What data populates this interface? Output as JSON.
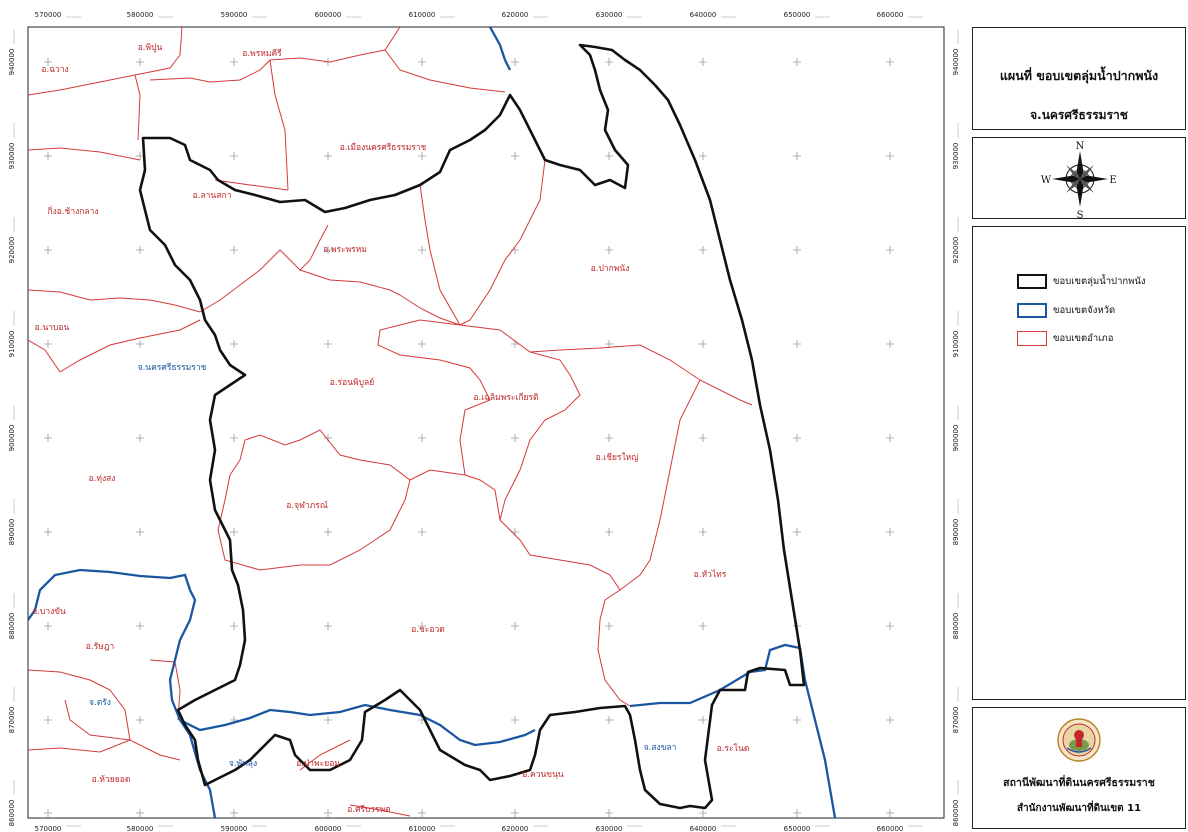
{
  "title": {
    "line1": "แผนที่ ขอบเขตลุ่มน้ำปากพนัง",
    "line2": "จ.นครศรีธรรมราช"
  },
  "compass": {
    "n": "N",
    "s": "S",
    "e": "E",
    "w": "W"
  },
  "legend": [
    {
      "label": "ขอบเขตลุ่มน้ำปากพนัง",
      "color": "#111111"
    },
    {
      "label": "ขอบเขตจังหวัด",
      "color": "#1b56a0"
    },
    {
      "label": "ขอบเขตอำเภอ",
      "color": "#d33a3a"
    }
  ],
  "organization": {
    "line1": "สถานีพัฒนาที่ดินนครศรีธรรมราช",
    "line2": "สำนักงานพัฒนาที่ดินเขต 11"
  },
  "axes": {
    "x_ticks": [
      "570000",
      "580000",
      "590000",
      "600000",
      "610000",
      "620000",
      "630000",
      "640000",
      "650000",
      "660000"
    ],
    "y_ticks": [
      "940000",
      "930000",
      "920000",
      "910000",
      "900000",
      "890000",
      "880000",
      "870000",
      "860000"
    ]
  },
  "colors": {
    "basin": "#111111",
    "province": "#1b56a0",
    "district": "#d33a3a",
    "district_label": "#c0282a",
    "grid_cross": "#9a9a9a"
  },
  "district_labels": [
    {
      "text": "อ.พิปูน"
    },
    {
      "text": "อ.พรหมคีรี"
    },
    {
      "text": "อ.ฉวาง"
    },
    {
      "text": "อ.เมืองนครศรีธรรมราช"
    },
    {
      "text": "อ.ลานสกา"
    },
    {
      "text": "กิ่งอ.ช้างกลาง"
    },
    {
      "text": "อ.พระพรหม"
    },
    {
      "text": "อ.ปากพนัง"
    },
    {
      "text": "อ.นาบอน"
    },
    {
      "text": "อ.ร่อนพิบูลย์"
    },
    {
      "text": "อ.เฉลิมพระเกียรติ"
    },
    {
      "text": "อ.เชียรใหญ่"
    },
    {
      "text": "อ.ทุ่งสง"
    },
    {
      "text": "อ.จุฬาภรณ์"
    },
    {
      "text": "อ.หัวไทร"
    },
    {
      "text": "อ.บางขัน"
    },
    {
      "text": "อ.ชะอวด"
    },
    {
      "text": "อ.รัษฎา"
    },
    {
      "text": "อ.ป่าพะยอม"
    },
    {
      "text": "อ.ระโนด"
    },
    {
      "text": "อ.ควนขนุน"
    },
    {
      "text": "อ.ห้วยยอด"
    },
    {
      "text": "อ.ศรีบรรพต"
    }
  ],
  "province_labels": [
    {
      "text": "จ.นครศรีธรรมราช"
    },
    {
      "text": "จ.ตรัง"
    },
    {
      "text": "จ.พัทลุง"
    },
    {
      "text": "จ.สงขลา"
    }
  ]
}
